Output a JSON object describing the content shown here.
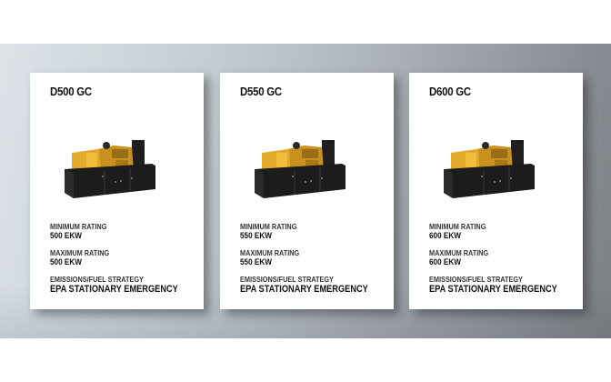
{
  "cards": [
    {
      "title": "D500 GC",
      "image_icon": "generator-set-icon",
      "min_rating_label": "MINIMUM RATING",
      "min_rating_value": "500 EKW",
      "max_rating_label": "MAXIMUM RATING",
      "max_rating_value": "500 EKW",
      "emissions_label": "EMISSIONS/FUEL STRATEGY",
      "emissions_value": "EPA STATIONARY EMERGENCY"
    },
    {
      "title": "D550 GC",
      "image_icon": "generator-set-icon",
      "min_rating_label": "MINIMUM RATING",
      "min_rating_value": "550 EKW",
      "max_rating_label": "MAXIMUM RATING",
      "max_rating_value": "550 EKW",
      "emissions_label": "EMISSIONS/FUEL STRATEGY",
      "emissions_value": "EPA STATIONARY EMERGENCY"
    },
    {
      "title": "D600 GC",
      "image_icon": "generator-set-icon",
      "min_rating_label": "MINIMUM RATING",
      "min_rating_value": "600 EKW",
      "max_rating_label": "MAXIMUM RATING",
      "max_rating_value": "600 EKW",
      "emissions_label": "EMISSIONS/FUEL STRATEGY",
      "emissions_value": "EPA STATIONARY EMERGENCY"
    }
  ],
  "colors": {
    "engine_yellow": "#e2a92b",
    "engine_shade": "#b9821a",
    "skid_black": "#1c1c1c",
    "text_dark": "#111111"
  }
}
